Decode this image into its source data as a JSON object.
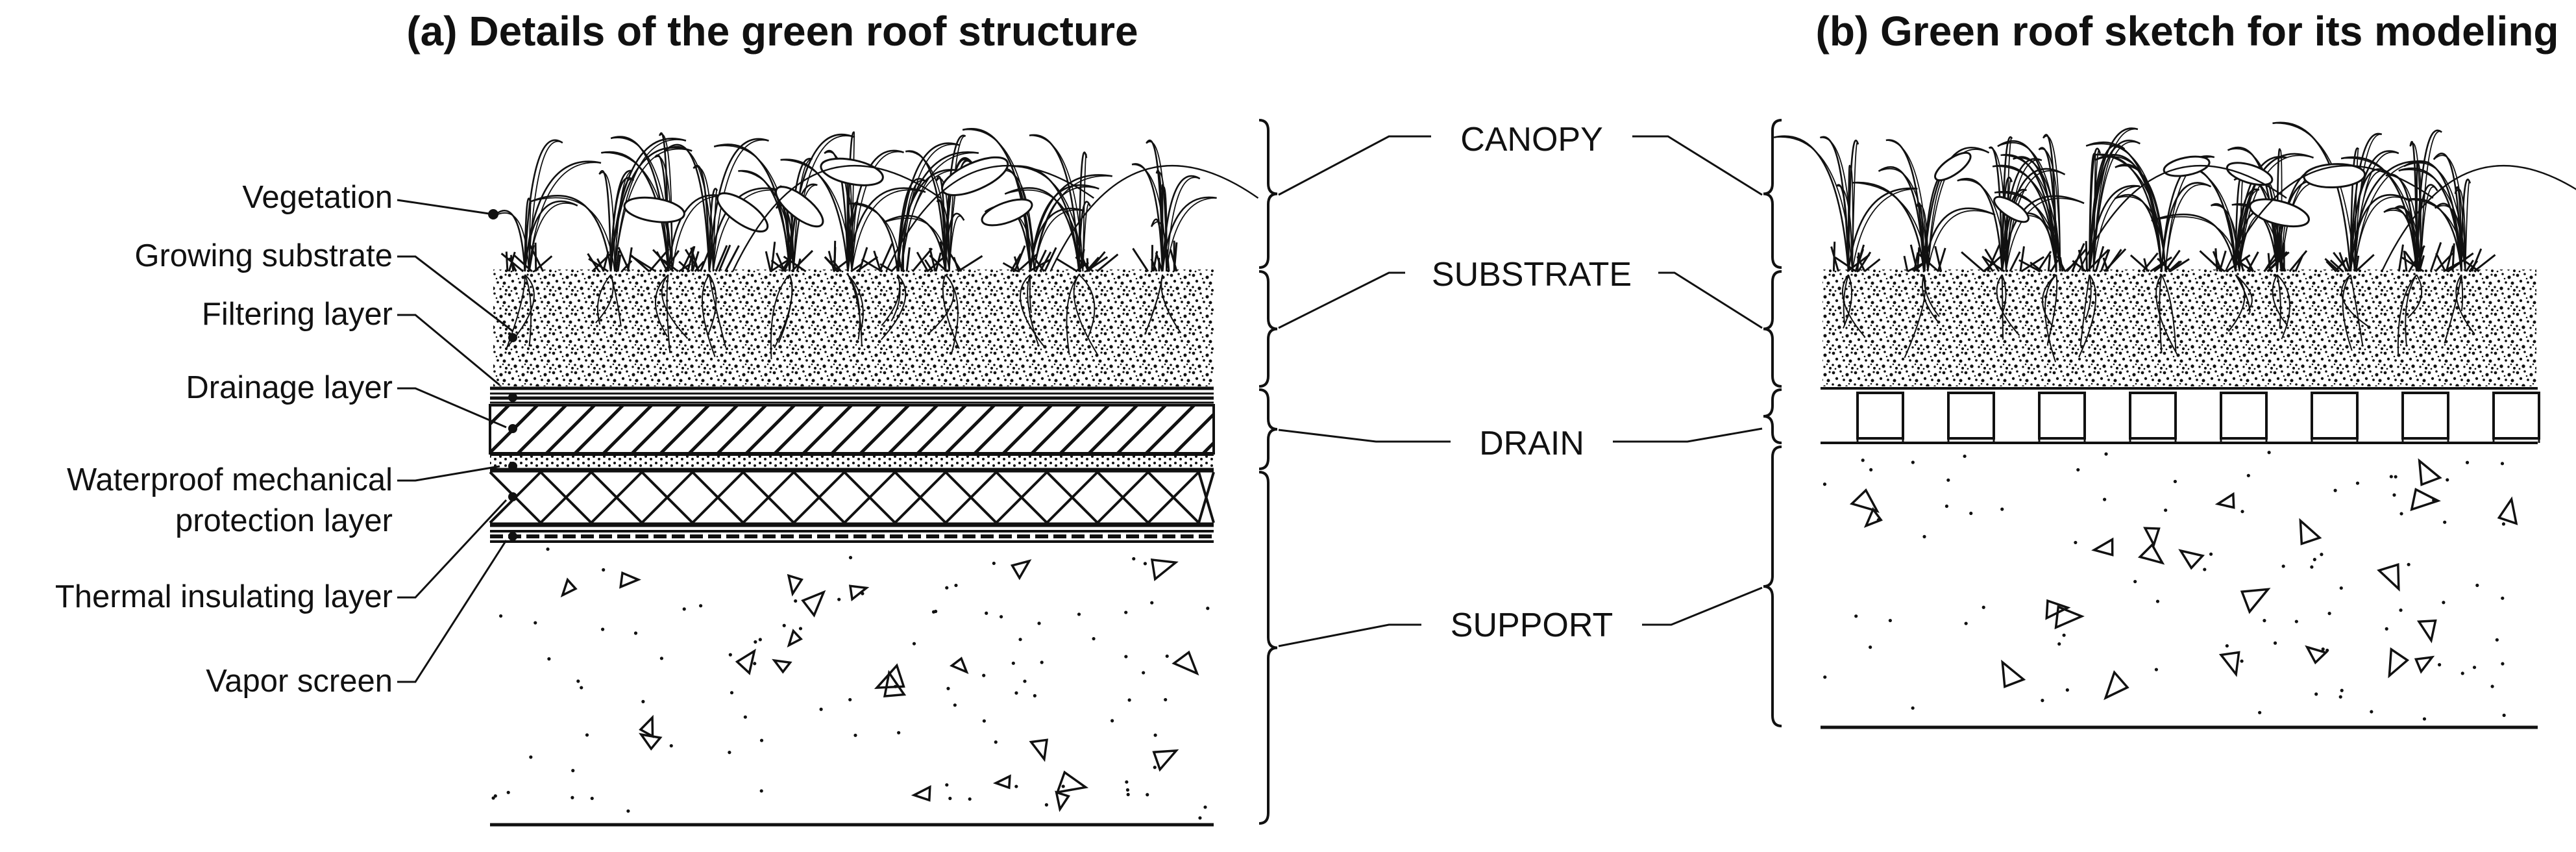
{
  "titles": {
    "left": "(a) Details of the green roof structure",
    "right": "(b) Green roof sketch for its modeling"
  },
  "layer_labels": {
    "vegetation": "Vegetation",
    "growing_substrate": "Growing substrate",
    "filtering_layer": "Filtering layer",
    "drainage_layer": "Drainage layer",
    "waterproof_line1": "Waterproof mechanical",
    "waterproof_line2": "protection layer",
    "thermal_insulating_layer": "Thermal insulating layer",
    "vapor_screen": "Vapor screen"
  },
  "zones": {
    "canopy": "CANOPY",
    "substrate": "SUBSTRATE",
    "drain": "DRAIN",
    "support": "SUPPORT"
  },
  "colors": {
    "ink": "#111111",
    "background": "#ffffff"
  }
}
